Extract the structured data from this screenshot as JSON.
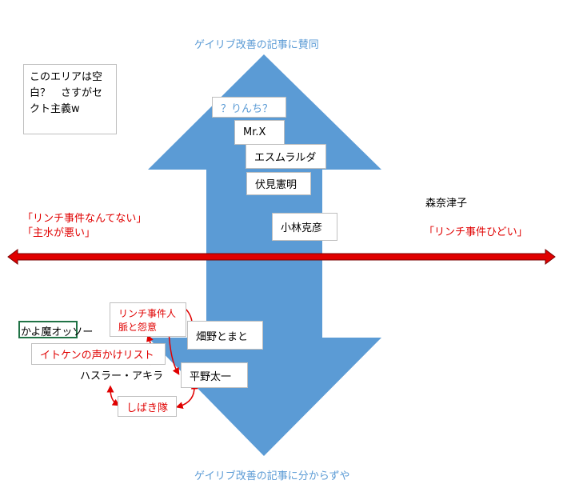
{
  "axis": {
    "top_label": "ゲイリブ改善の記事に賛同",
    "bottom_label": "ゲイリブ改善の記事に分からずや",
    "left_line1": "「リンチ事件なんてない」",
    "left_line2": "「主水が悪い」",
    "right_name": "森奈津子",
    "right_quote": "「リンチ事件ひどい」"
  },
  "note": {
    "line1": "このエリアは空",
    "line2": "白？　さすがセ",
    "line3": "クト主義w"
  },
  "upper_names": [
    "？りんち？",
    "Mr.X",
    "エスムラルダ",
    "伏見憲明",
    "小林克彦"
  ],
  "lower": {
    "cell": "かよ魔オッソー",
    "lynch_line1": "リンチ事件人",
    "lynch_line2": "脈と怨意",
    "itoken": "イトケンの声かけリスト",
    "hassler": "ハスラー・アキラ",
    "hatano": "畑野とまと",
    "hirano": "平野太一",
    "shibaki": "しばき隊"
  },
  "colors": {
    "arrow_blue": "#5b9bd5",
    "red": "#e00000",
    "label_blue": "#5b9bd5"
  }
}
